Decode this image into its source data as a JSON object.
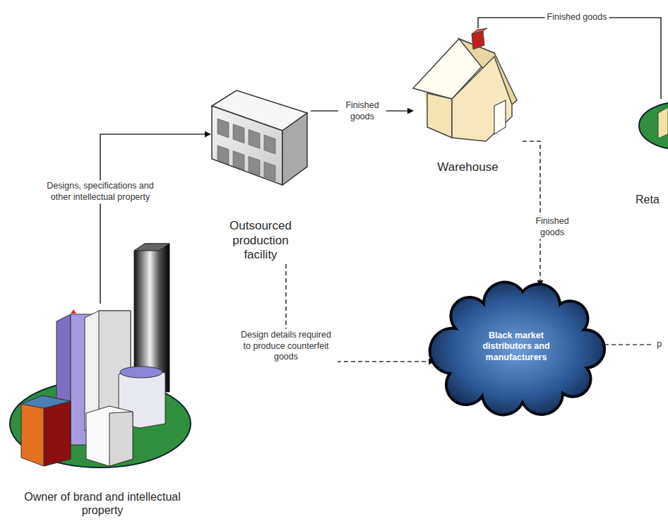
{
  "diagram": {
    "nodes": [
      {
        "text": [
          "Owner of brand and intellectual property"
        ]
      },
      {
        "text": [
          "Outsourced production facility"
        ]
      },
      {
        "text": [
          "Warehouse"
        ]
      },
      {
        "text": [
          "Reta"
        ]
      },
      {
        "text": [
          "Black market distributors and manufacturers"
        ]
      }
    ],
    "edges": [
      {
        "from": 0,
        "to": 1,
        "label": "Designs, specifications and other intellectual property",
        "arrow": "to"
      },
      {
        "from": 1,
        "to": 2,
        "label": "Finished goods",
        "arrow": "to"
      },
      {
        "from": 2,
        "to": 3,
        "label": "Finished goods",
        "arrow": "none"
      },
      {
        "from": 2,
        "to": 4,
        "label": "Finished goods",
        "arrow": "to"
      },
      {
        "from": 1,
        "to": 4,
        "label": "Design details required to produce counterfeit goods",
        "arrow": "to"
      }
    ],
    "labels": [
      "p"
    ]
  }
}
